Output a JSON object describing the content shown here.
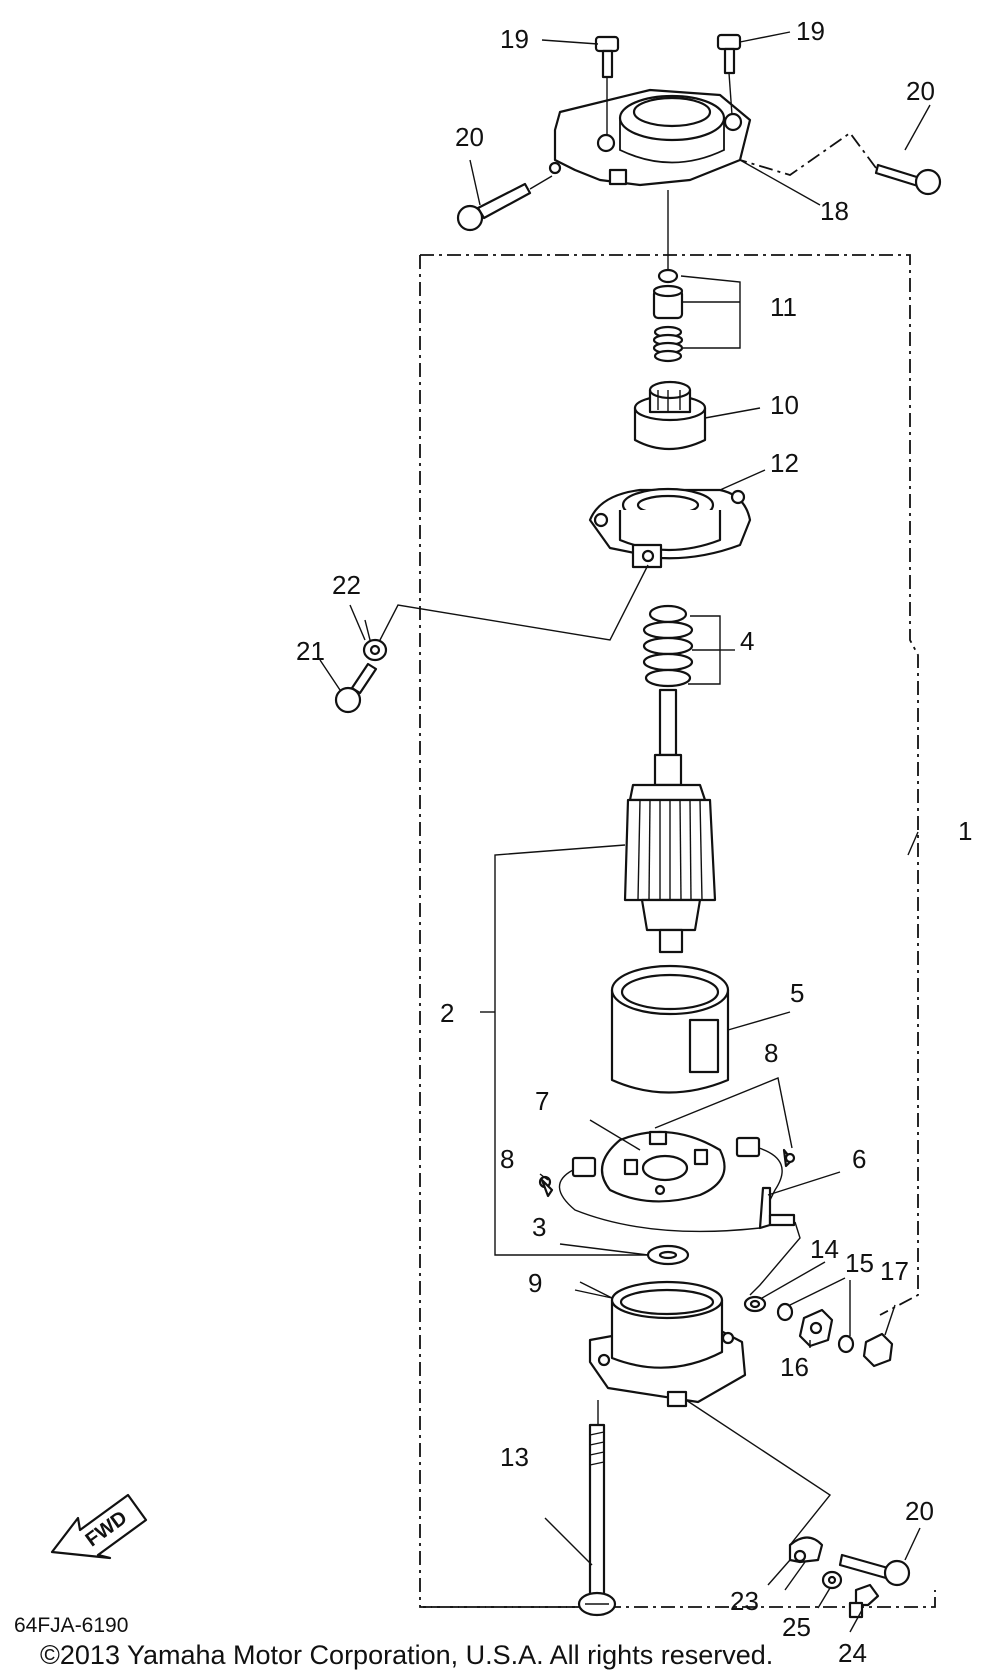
{
  "diagram": {
    "callouts": [
      {
        "id": "19a",
        "text": "19"
      },
      {
        "id": "19b",
        "text": "19"
      },
      {
        "id": "20a",
        "text": "20"
      },
      {
        "id": "20b",
        "text": "20"
      },
      {
        "id": "20c",
        "text": "20"
      },
      {
        "id": "18",
        "text": "18"
      },
      {
        "id": "11",
        "text": "11"
      },
      {
        "id": "10",
        "text": "10"
      },
      {
        "id": "12",
        "text": "12"
      },
      {
        "id": "22",
        "text": "22"
      },
      {
        "id": "21",
        "text": "21"
      },
      {
        "id": "4",
        "text": "4"
      },
      {
        "id": "1",
        "text": "1"
      },
      {
        "id": "2",
        "text": "2"
      },
      {
        "id": "5",
        "text": "5"
      },
      {
        "id": "8a",
        "text": "8"
      },
      {
        "id": "8b",
        "text": "8"
      },
      {
        "id": "7",
        "text": "7"
      },
      {
        "id": "6",
        "text": "6"
      },
      {
        "id": "3",
        "text": "3"
      },
      {
        "id": "14",
        "text": "14"
      },
      {
        "id": "15",
        "text": "15"
      },
      {
        "id": "17",
        "text": "17"
      },
      {
        "id": "9",
        "text": "9"
      },
      {
        "id": "16",
        "text": "16"
      },
      {
        "id": "13",
        "text": "13"
      },
      {
        "id": "23",
        "text": "23"
      },
      {
        "id": "25",
        "text": "25"
      },
      {
        "id": "24",
        "text": "24"
      }
    ],
    "fwd_label": "FWD",
    "diagram_code": "64FJA-6190",
    "copyright": "©2013 Yamaha Motor Corporation, U.S.A. All rights reserved."
  }
}
